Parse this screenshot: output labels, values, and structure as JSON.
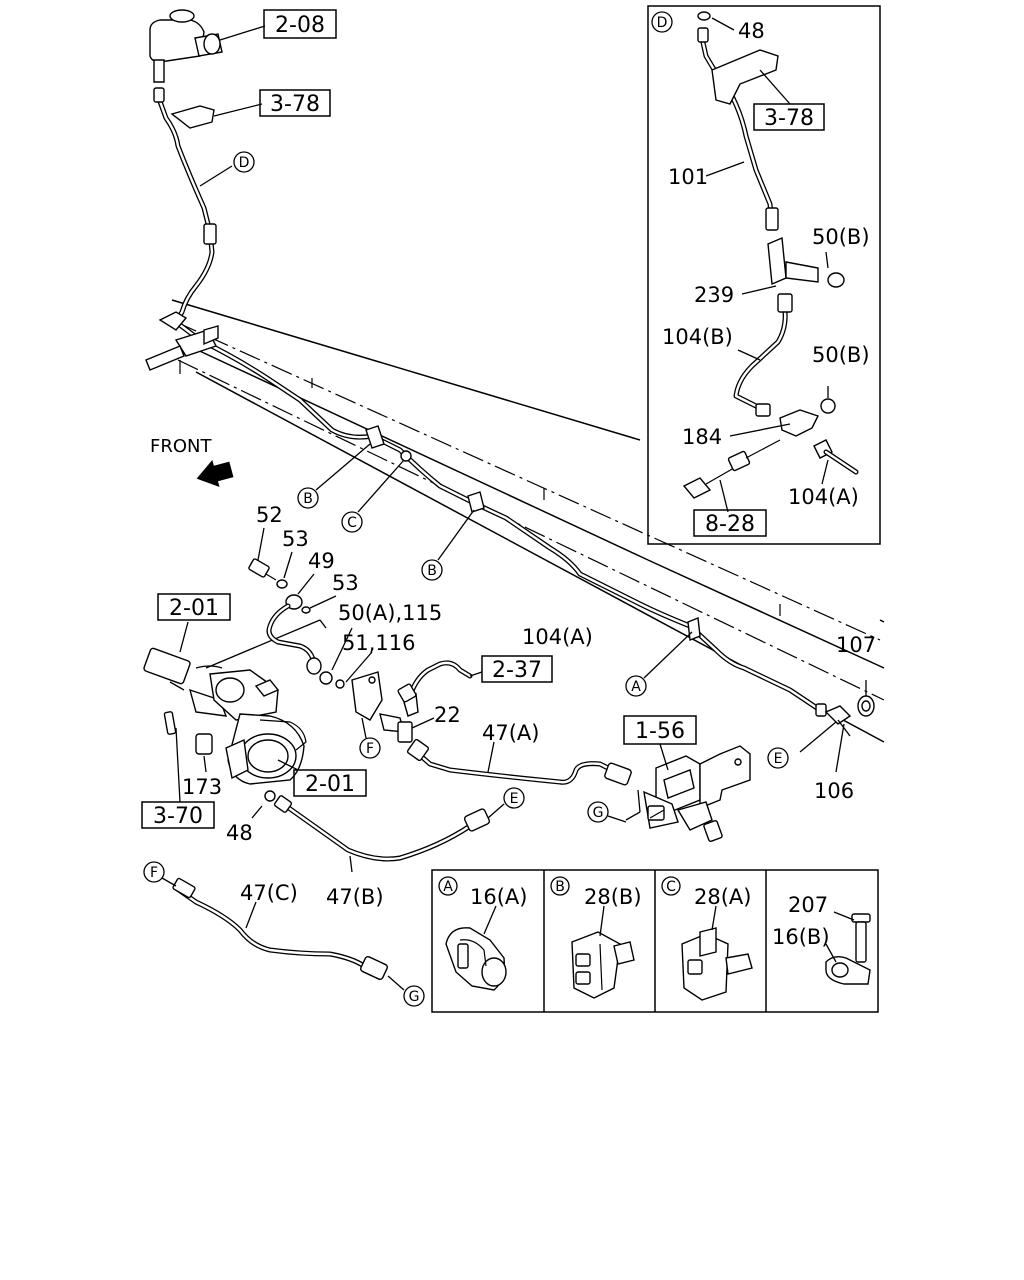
{
  "diagram": {
    "front_label": "FRONT",
    "ref_boxes": [
      {
        "id": "ref-2-08",
        "text": "2-08"
      },
      {
        "id": "ref-3-78-main",
        "text": "3-78"
      },
      {
        "id": "ref-3-78-detail",
        "text": "3-78"
      },
      {
        "id": "ref-8-28",
        "text": "8-28"
      },
      {
        "id": "ref-2-01-upper",
        "text": "2-01"
      },
      {
        "id": "ref-2-37",
        "text": "2-37"
      },
      {
        "id": "ref-1-56",
        "text": "1-56"
      },
      {
        "id": "ref-2-01-lower",
        "text": "2-01"
      },
      {
        "id": "ref-3-70",
        "text": "3-70"
      }
    ],
    "part_labels": [
      {
        "id": "p48-detail",
        "text": "48"
      },
      {
        "id": "p101",
        "text": "101"
      },
      {
        "id": "p50b-1",
        "text": "50(B)"
      },
      {
        "id": "p239",
        "text": "239"
      },
      {
        "id": "p104b",
        "text": "104(B)"
      },
      {
        "id": "p50b-2",
        "text": "50(B)"
      },
      {
        "id": "p184",
        "text": "184"
      },
      {
        "id": "p104a-detail",
        "text": "104(A)"
      },
      {
        "id": "p52",
        "text": "52"
      },
      {
        "id": "p53-1",
        "text": "53"
      },
      {
        "id": "p49",
        "text": "49"
      },
      {
        "id": "p53-2",
        "text": "53"
      },
      {
        "id": "p50a115",
        "text": "50(A),115"
      },
      {
        "id": "p51116",
        "text": "51,116"
      },
      {
        "id": "p104a-main",
        "text": "104(A)"
      },
      {
        "id": "p107",
        "text": "107"
      },
      {
        "id": "p22",
        "text": "22"
      },
      {
        "id": "p47a",
        "text": "47(A)"
      },
      {
        "id": "p106",
        "text": "106"
      },
      {
        "id": "p173",
        "text": "173"
      },
      {
        "id": "p48-main",
        "text": "48"
      },
      {
        "id": "p47b",
        "text": "47(B)"
      },
      {
        "id": "p47c",
        "text": "47(C)"
      }
    ],
    "circle_refs": [
      {
        "id": "c-d-main",
        "text": "D"
      },
      {
        "id": "c-d-detail",
        "text": "D"
      },
      {
        "id": "c-b-1",
        "text": "B"
      },
      {
        "id": "c-c-1",
        "text": "C"
      },
      {
        "id": "c-b-2",
        "text": "B"
      },
      {
        "id": "c-a-1",
        "text": "A"
      },
      {
        "id": "c-e-1",
        "text": "E"
      },
      {
        "id": "c-f-1",
        "text": "F"
      },
      {
        "id": "c-g-1",
        "text": "G"
      },
      {
        "id": "c-e-2",
        "text": "E"
      },
      {
        "id": "c-f-2",
        "text": "F"
      },
      {
        "id": "c-g-2",
        "text": "G"
      }
    ],
    "clip_panels": [
      {
        "key": "A",
        "part": "16(A)"
      },
      {
        "key": "B",
        "part": "28(B)"
      },
      {
        "key": "C",
        "part": "28(A)"
      },
      {
        "key": "",
        "part": "207",
        "part2": "16(B)"
      }
    ]
  }
}
